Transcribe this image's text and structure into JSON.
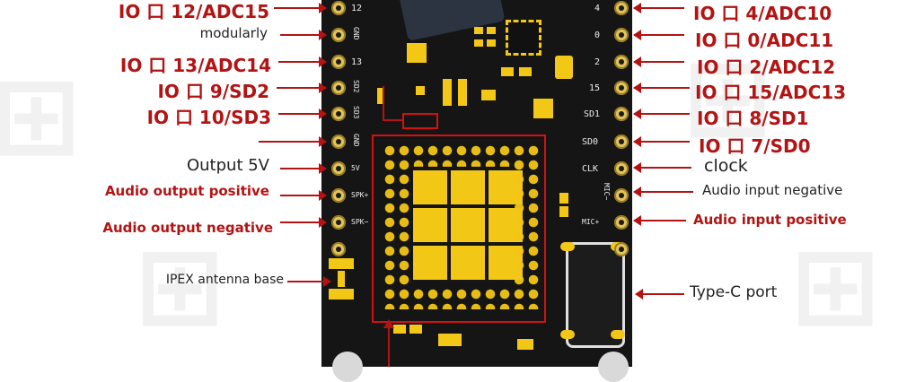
{
  "board": {
    "silk_left": [
      "12",
      "GND",
      "13",
      "SD2",
      "SD3",
      "GND",
      "5V",
      "SPK+",
      "SPK−"
    ],
    "silk_right": [
      "4",
      "0",
      "2",
      "15",
      "SD1",
      "SD0",
      "CLK",
      "MIC−",
      "MIC+"
    ]
  },
  "labels_left": [
    "IO 口 12/ADC15",
    "modularly",
    "IO 口 13/ADC14",
    "IO 口 9/SD2",
    "IO 口 10/SD3",
    "Output 5V",
    "Audio output positive",
    "Audio output negative",
    "IPEX antenna base"
  ],
  "labels_right": [
    "IO 口 4/ADC10",
    "IO 口 0/ADC11",
    "IO 口 2/ADC12",
    "IO 口 15/ADC13",
    "IO 口 8/SD1",
    "IO 口 7/SD0",
    "clock",
    "Audio input negative",
    "Audio input positive",
    "Type-C port"
  ]
}
